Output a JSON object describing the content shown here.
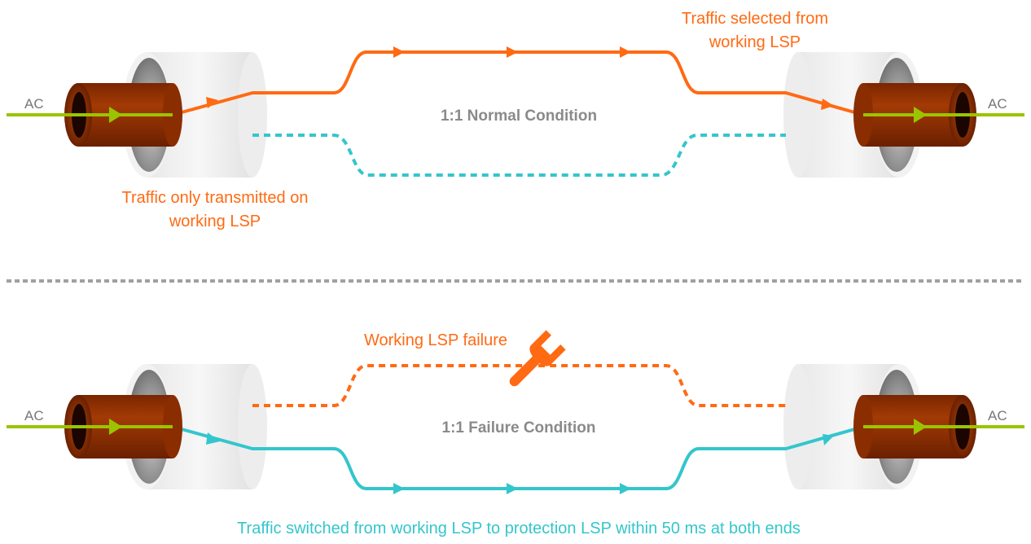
{
  "colors": {
    "working": "#ff6a13",
    "protection": "#33c6cc",
    "ac": "#9bc400",
    "tube": "#9a3300",
    "divider": "#a0a0a0",
    "title": "#8a8a8a"
  },
  "normal": {
    "title": "1:1 Normal Condition",
    "ac_left": "AC",
    "ac_right": "AC",
    "note_selected": [
      "Traffic selected from",
      "working LSP"
    ],
    "note_transmitted": [
      "Traffic only transmitted on",
      "working LSP"
    ]
  },
  "failure": {
    "title": "1:1 Failure Condition",
    "ac_left": "AC",
    "ac_right": "AC",
    "note_failure": "Working LSP failure",
    "failure_icon": "wrench-icon",
    "note_switched": "Traffic switched from working LSP to protection LSP within 50 ms at both ends"
  }
}
